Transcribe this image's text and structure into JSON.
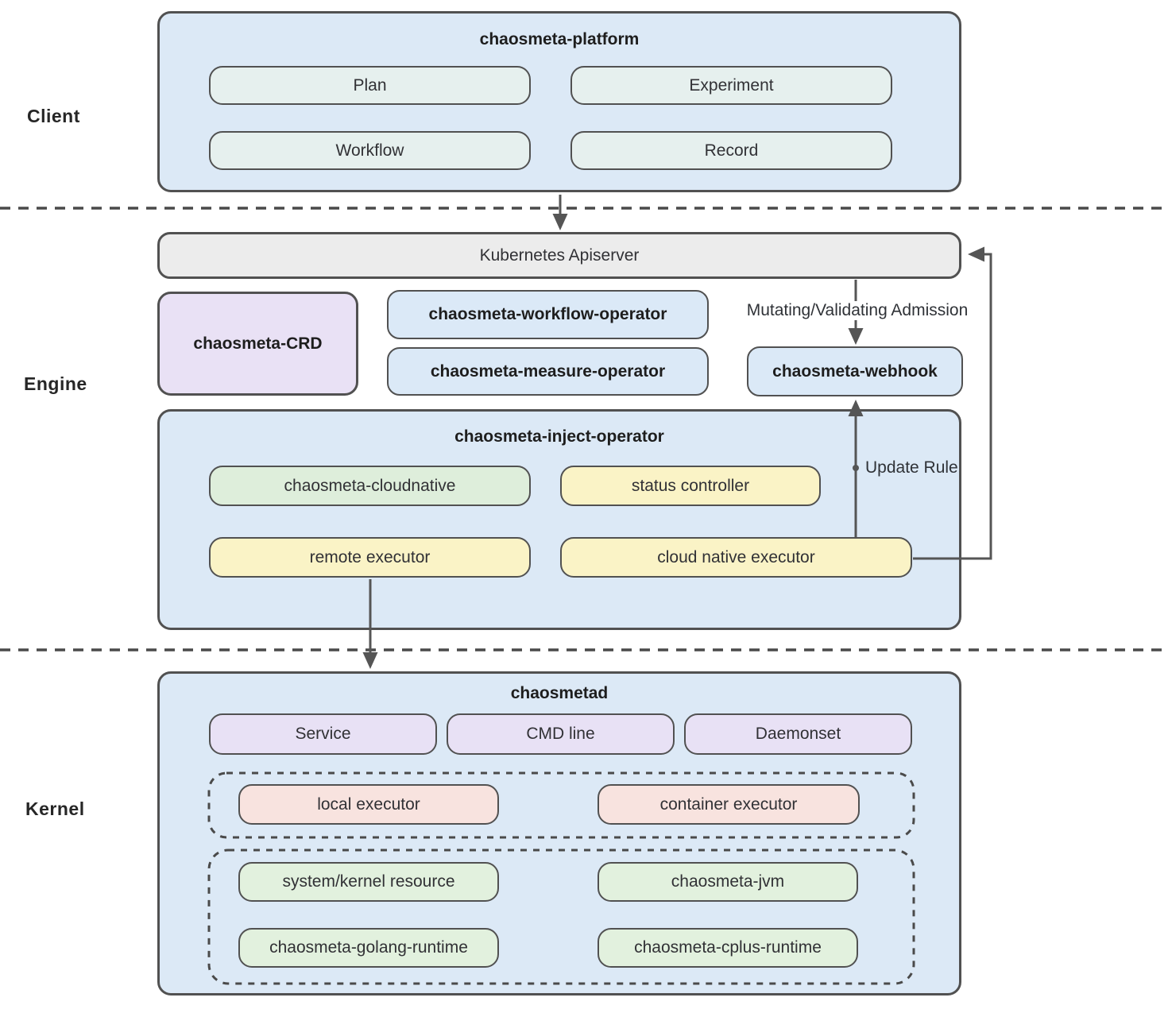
{
  "side_labels": {
    "client": "Client",
    "engine": "Engine",
    "kernel": "Kernel"
  },
  "platform": {
    "title": "chaosmeta-platform",
    "plan": "Plan",
    "experiment": "Experiment",
    "workflow": "Workflow",
    "record": "Record"
  },
  "apiserver_label": "Kubernetes Apiserver",
  "engine": {
    "crd": "chaosmeta-CRD",
    "workflow_operator": "chaosmeta-workflow-operator",
    "measure_operator": "chaosmeta-measure-operator",
    "webhook": "chaosmeta-webhook",
    "admission_label": "Mutating/Validating Admission",
    "update_rule_label": "Update Rule",
    "inject": {
      "title": "chaosmeta-inject-operator",
      "cloudnative": "chaosmeta-cloudnative",
      "status_controller": "status controller",
      "remote_executor": "remote executor",
      "cloud_native_executor": "cloud native executor"
    }
  },
  "kernel": {
    "title": "chaosmetad",
    "modes": [
      "Service",
      "CMD line",
      "Daemonset"
    ],
    "executors": [
      "local executor",
      "container executor"
    ],
    "capabilities": [
      "system/kernel resource",
      "chaosmeta-jvm",
      "chaosmeta-golang-runtime",
      "chaosmeta-cplus-runtime"
    ]
  },
  "colors": {
    "layer_box_blue": "#dce9f6",
    "platform_item_mint": "#e6f0ee",
    "apiserver_gray": "#ececec",
    "crd_lavender": "#e9e1f5",
    "operator_blue": "#dbe9f7",
    "cloudnative_green": "#deeedb",
    "executor_yellow": "#faf3c6",
    "mode_lavender": "#e8e1f5",
    "executor_pink": "#f8e3df",
    "capability_green": "#e2f1de",
    "border_gray": "#515151",
    "arrow_gray": "#555555"
  }
}
